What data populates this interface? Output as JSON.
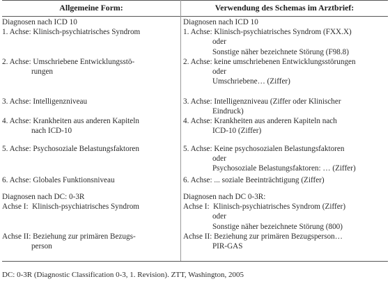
{
  "table": {
    "headers": [
      "Allgemeine Form:",
      "Verwendung des Schemas im Arztbrief:"
    ],
    "rows": [
      {
        "left": [
          "Diagnosen nach ICD 10",
          "1. Achse: Klinisch-psychiatrisches Syndrom"
        ],
        "right": [
          "Diagnosen nach ICD 10",
          "1. Achse: Klinisch-psychiatrisches Syndrom (FXX.X)",
          "               oder",
          "               Sonstige näher bezeichnete Störung (F98.8)"
        ]
      },
      {
        "left": [
          "2. Achse: Umschriebene Entwicklungsstö-",
          "               rungen"
        ],
        "right": [
          "2. Achse: keine umschriebenen Entwicklungsstörungen",
          "               oder",
          "               Umschriebene… (Ziffer)"
        ]
      },
      {
        "left": [
          "3. Achse: Intelligenzniveau"
        ],
        "right": [
          "3. Achse: Intelligenzniveau (Ziffer oder Klinischer",
          "               Eindruck)"
        ]
      },
      {
        "left": [
          "4. Achse: Krankheiten aus anderen Kapiteln",
          "               nach ICD-10"
        ],
        "right": [
          "4. Achse: Krankheiten aus anderen Kapiteln nach",
          "               ICD-10 (Ziffer)"
        ]
      },
      {
        "left": [
          "5. Achse: Psychosoziale Belastungsfaktoren"
        ],
        "right": [
          "5. Achse: Keine psychosozialen Belastungsfaktoren",
          "               oder",
          "               Psychosoziale Belastungsfaktoren: … (Ziffer)"
        ]
      },
      {
        "left": [
          "6. Achse: Globales Funktionsniveau"
        ],
        "right": [
          "6. Achse: ... soziale Beeinträchtigung (Ziffer)"
        ]
      },
      {
        "left": [
          "Diagnosen nach DC: 0-3R",
          "Achse I:  Klinisch-psychiatrisches Syndrom"
        ],
        "right": [
          "Diagnosen nach DC 0-3R:",
          "Achse I:  Klinisch-psychiatrisches Syndrom (Ziffer)",
          "               oder",
          "               Sonstige näher bezeichnete Störung (800)"
        ]
      },
      {
        "left": [
          "Achse II: Beziehung zur primären Bezugs-",
          "               person"
        ],
        "right": [
          "Achse II: Beziehung zur primären Bezugsperson…",
          "               PIR-GAS"
        ]
      }
    ]
  },
  "footnote": "DC: 0-3R (Diagnostic Classification 0-3, 1. Revision). ZTT, Washington, 2005"
}
